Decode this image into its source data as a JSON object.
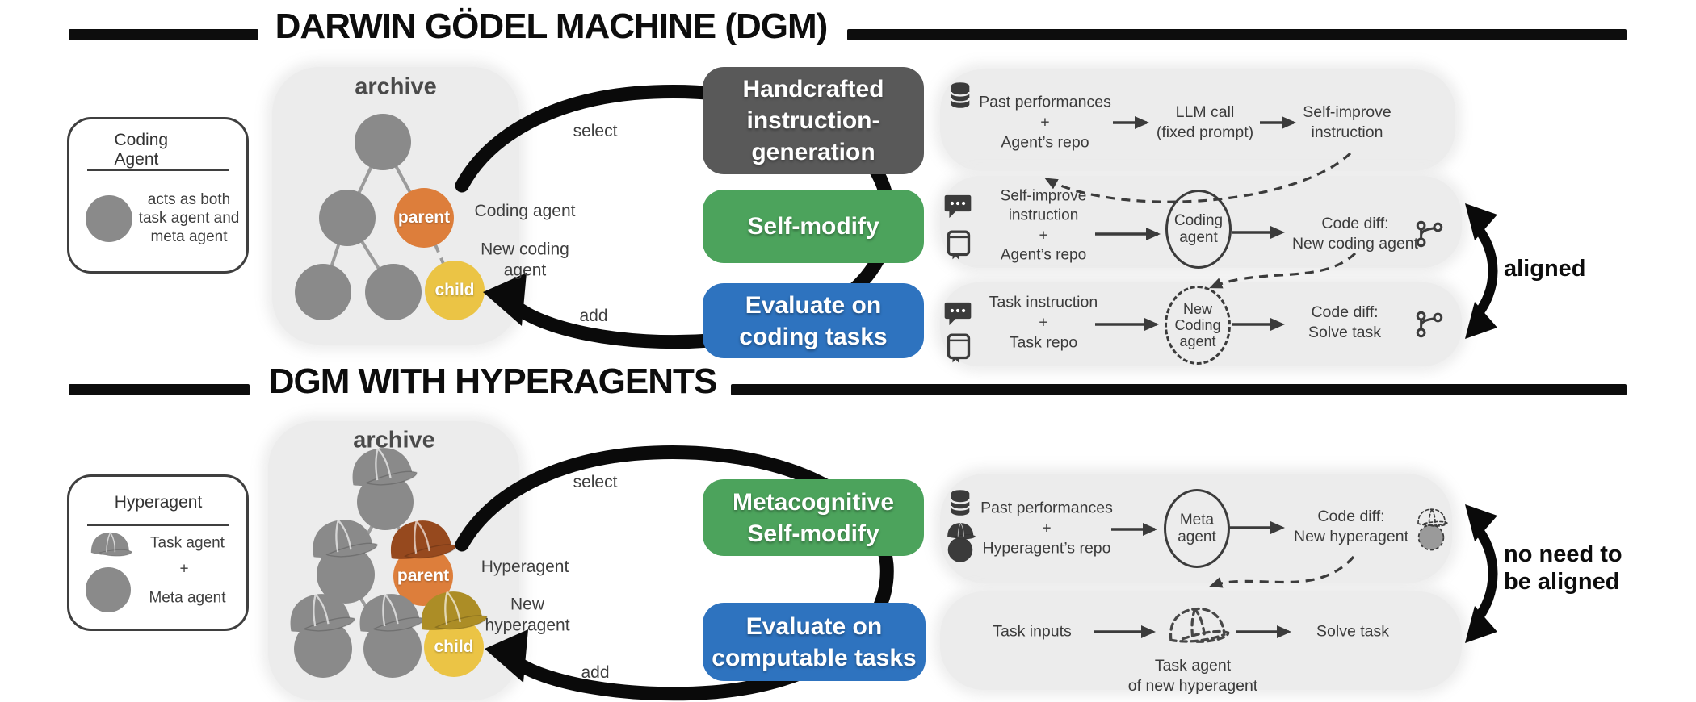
{
  "colors": {
    "box_gray": "#595959",
    "box_green": "#4CA35C",
    "box_blue": "#2E73BF",
    "parent_orange": "#DD7E3B",
    "child_yellow": "#EBC445",
    "parent_cap_brown": "#96491E",
    "child_cap_olive": "#AC8D26",
    "node_gray": "#8a8a8a",
    "panel_gray": "#ececec",
    "ink": "#3b3b3b"
  },
  "dgm": {
    "title": "DARWIN GÖDEL MACHINE (DGM)",
    "legend": {
      "title": "Coding Agent",
      "desc": "acts as both\ntask agent and\nmeta agent"
    },
    "archive": {
      "title": "archive",
      "parent": "parent",
      "child": "child",
      "parent_side": "Coding agent",
      "child_side": "New coding\nagent",
      "select": "select",
      "add": "add"
    },
    "boxes": {
      "handcrafted": "Handcrafted\ninstruction-\ngeneration",
      "self_modify": "Self-modify",
      "evaluate": "Evaluate on\ncoding tasks"
    },
    "flow1": {
      "input": "Past performances\n+\nAgent’s repo",
      "middle": "LLM call\n(fixed prompt)",
      "output": "Self-improve\ninstruction"
    },
    "flow2": {
      "input": "Self-improve\ninstruction\n+\nAgent’s repo",
      "agent": "Coding\nagent",
      "output": "Code diff:\nNew coding agent"
    },
    "flow3": {
      "input": "Task instruction\n+\nTask repo",
      "agent": "New\nCoding\nagent",
      "output": "Code diff:\nSolve task"
    },
    "aligned": "aligned"
  },
  "hyper": {
    "title": "DGM WITH HYPERAGENTS",
    "legend": {
      "title": "Hyperagent",
      "task": "Task agent",
      "plus": "+",
      "meta": "Meta agent"
    },
    "archive": {
      "title": "archive",
      "parent": "parent",
      "child": "child",
      "parent_side": "Hyperagent",
      "child_side": "New\nhyperagent",
      "select": "select",
      "add": "add"
    },
    "boxes": {
      "self_modify": "Metacognitive\nSelf-modify",
      "evaluate": "Evaluate on\ncomputable tasks"
    },
    "flow1": {
      "input": "Past performances\n+\nHyperagent’s repo",
      "agent": "Meta\nagent",
      "output": "Code diff:\nNew hyperagent"
    },
    "flow2": {
      "input": "Task inputs",
      "caption": "Task agent\nof new hyperagent",
      "output": "Solve task"
    },
    "note": "no need to\nbe aligned"
  }
}
